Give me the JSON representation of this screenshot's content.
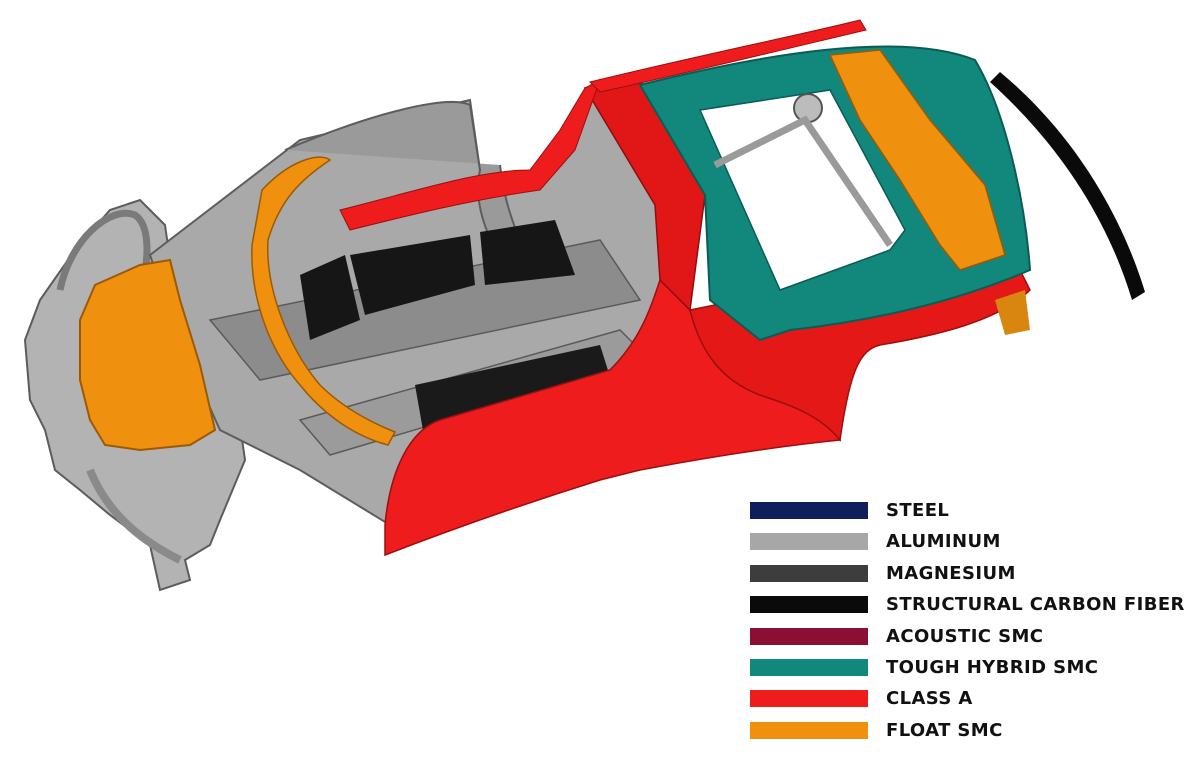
{
  "diagram": {
    "palette": {
      "steel": "#0e1f5b",
      "aluminum": "#a7a7a7",
      "aluminum_dark": "#6f6f6f",
      "magnesium": "#3d3d3d",
      "carbon_fiber": "#0a0a0a",
      "acoustic_smc": "#8a0f33",
      "tough_hybrid_smc": "#12877c",
      "class_a": "#ee1c1c",
      "float_smc": "#f0900f"
    }
  },
  "legend": {
    "items": [
      {
        "label": "STEEL",
        "color": "#0e1f5b"
      },
      {
        "label": "ALUMINUM",
        "color": "#a7a7a7"
      },
      {
        "label": "MAGNESIUM",
        "color": "#3d3d3d"
      },
      {
        "label": "STRUCTURAL CARBON FIBER",
        "color": "#0a0a0a"
      },
      {
        "label": "ACOUSTIC SMC",
        "color": "#8a0f33"
      },
      {
        "label": "TOUGH HYBRID SMC",
        "color": "#12877c"
      },
      {
        "label": "CLASS A",
        "color": "#ee1c1c"
      },
      {
        "label": "FLOAT SMC",
        "color": "#f0900f"
      }
    ]
  }
}
